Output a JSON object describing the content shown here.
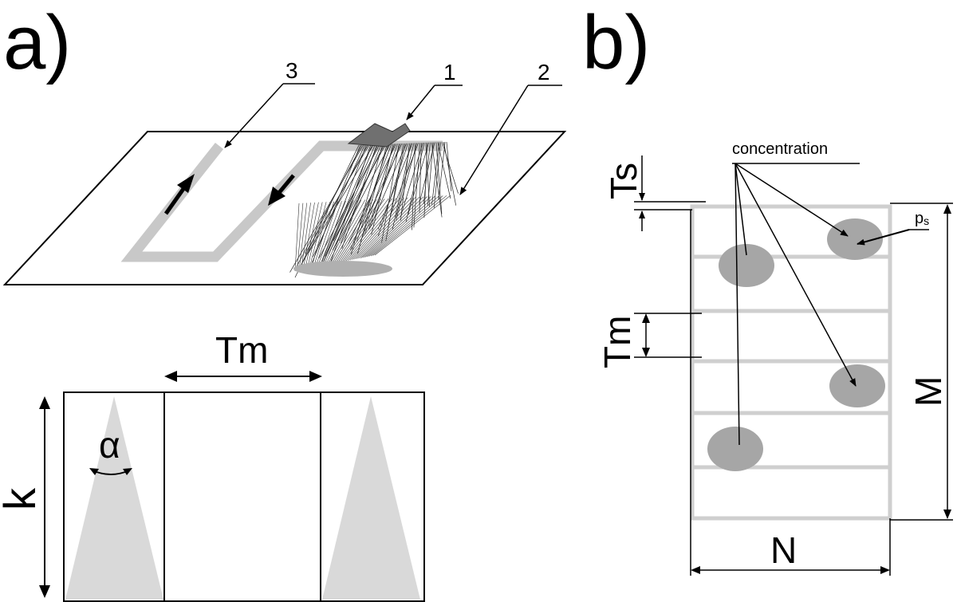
{
  "panel_a": {
    "label": "a)",
    "callouts": [
      "3",
      "1",
      "2"
    ],
    "tm_label": "Tm",
    "k_label": "k",
    "alpha_label": "α"
  },
  "panel_b": {
    "label": "b)",
    "ts_label": "Ts",
    "tm_label": "Tm",
    "m_label": "M",
    "n_label": "N",
    "concentration_label": "concentration",
    "ps_label": "p",
    "ps_sub": "s"
  },
  "colors": {
    "path_gray": "#c8c8c8",
    "fan_fill": "#d9d9d9",
    "spot_gray": "#a6a6a6",
    "nozzle": "#707070"
  }
}
